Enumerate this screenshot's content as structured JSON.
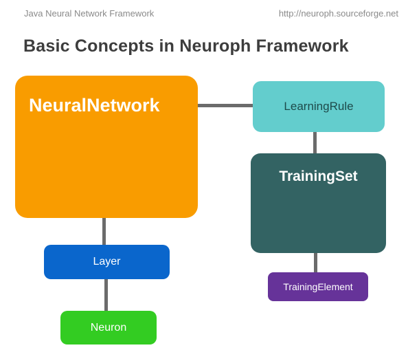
{
  "header": {
    "left": "Java Neural Network Framework",
    "right": "http://neuroph.sourceforge.net"
  },
  "title": "Basic Concepts in Neuroph Framework",
  "diagram": {
    "nodes": {
      "neural_network": {
        "label": "NeuralNetwork",
        "color": "#F99C00"
      },
      "learning_rule": {
        "label": "LearningRule",
        "color": "#63CDCD"
      },
      "training_set": {
        "label": "TrainingSet",
        "color": "#336363"
      },
      "layer": {
        "label": "Layer",
        "color": "#0A66CC"
      },
      "neuron": {
        "label": "Neuron",
        "color": "#33CC22"
      },
      "training_element": {
        "label": "TrainingElement",
        "color": "#663399"
      }
    },
    "connections": [
      "NeuralNetwork-LearningRule",
      "LearningRule-TrainingSet",
      "NeuralNetwork-Layer",
      "Layer-Neuron",
      "TrainingSet-TrainingElement"
    ],
    "connector_color": "#6B6B6B"
  }
}
